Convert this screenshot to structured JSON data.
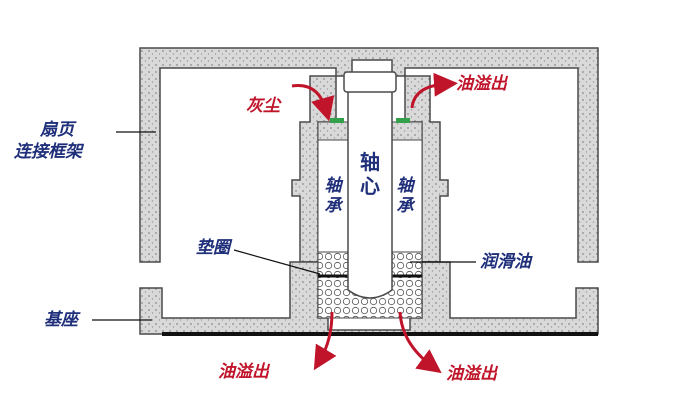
{
  "colors": {
    "frame_fill": "#d9d9d9",
    "frame_outline": "#4a4a4a",
    "label_blue": "#1f2f7a",
    "label_red": "#c0142a",
    "felt_green": "#35a04a",
    "shaft_fill": "#ffffff",
    "base_plate": "#111111"
  },
  "labels": {
    "fan_frame_line1": "扇页",
    "fan_frame_line2": "连接框架",
    "dust": "灰尘",
    "oil_out_top": "油溢出",
    "shaft": "轴心",
    "bearing_left": "轴承",
    "bearing_right": "轴承",
    "washer": "垫圈",
    "lubricant": "润滑油",
    "base": "基座",
    "oil_out_bottom_left": "油溢出",
    "oil_out_bottom_right": "油溢出"
  }
}
